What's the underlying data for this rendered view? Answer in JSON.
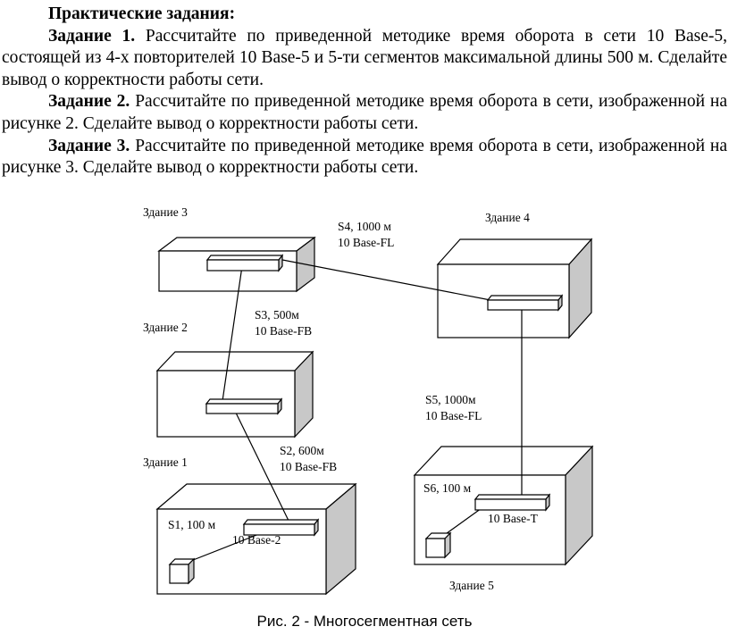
{
  "heading": "Практические задания:",
  "tasks": [
    {
      "label": "Задание 1.",
      "text": " Рассчитайте по приведенной методике время оборота в сети 10 Base-5, состоящей из 4-х повторителей 10 Base-5 и 5-ти сегментов максимальной длины 500 м. Сделайте вывод о корректности работы сети."
    },
    {
      "label": "Задание 2.",
      "text": " Рассчитайте по приведенной методике время оборота в сети, изображенной на рисунке 2. Сделайте вывод о корректности работы сети."
    },
    {
      "label": "Задание 3.",
      "text": " Рассчитайте по приведенной методике время оборота в сети, изображенной на рисунке 3. Сделайте вывод о корректности работы сети."
    }
  ],
  "figure": {
    "buildings": {
      "b1": "Здание 1",
      "b2": "Здание 2",
      "b3": "Здание 3",
      "b4": "Здание 4",
      "b5": "Здание 5"
    },
    "segments": {
      "s1_name": "S1, 100 м",
      "s1_type": "10 Base-2",
      "s2_name": "S2, 600м",
      "s2_type": "10 Base-FB",
      "s3_name": "S3, 500м",
      "s3_type": "10 Base-FB",
      "s4_name": "S4, 1000 м",
      "s4_type": "10 Base-FL",
      "s5_name": "S5, 1000м",
      "s5_type": "10 Base-FL",
      "s6_name": "S6, 100 м",
      "s6_type": "10 Base-T"
    },
    "caption": "Рис. 2 - Многосегментная сеть"
  }
}
